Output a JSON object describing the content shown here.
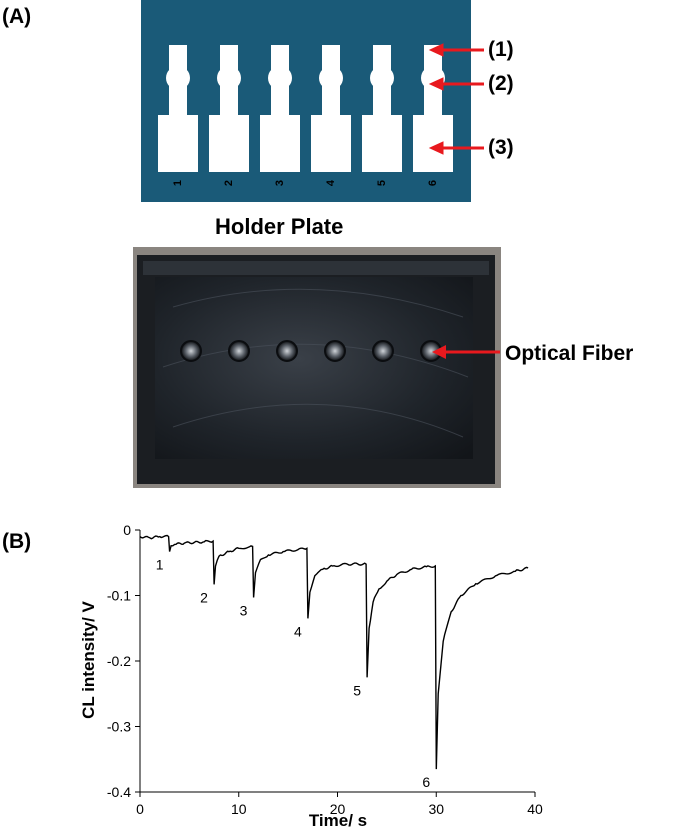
{
  "panel_labels": {
    "a": "(A)",
    "b": "(B)"
  },
  "diagram": {
    "plate_color": "#1a5a78",
    "slot_numbers": [
      "1",
      "2",
      "3",
      "4",
      "5",
      "6"
    ],
    "callouts": [
      "(1)",
      "(2)",
      "(3)"
    ],
    "caption": "Holder Plate",
    "arrow_color": "#e8191e"
  },
  "photo": {
    "well_count": 6,
    "fiber_label": "Optical Fiber"
  },
  "chart_data": {
    "type": "line",
    "xlabel": "Time/ s",
    "ylabel": "CL intensity/ V",
    "xlim": [
      0,
      40
    ],
    "ylim": [
      -0.4,
      0
    ],
    "xticks": [
      "0",
      "10",
      "20",
      "30",
      "40"
    ],
    "yticks": [
      "0",
      "-0.1",
      "-0.2",
      "-0.3",
      "-0.4"
    ],
    "peak_labels": [
      {
        "label": "1",
        "x": 3.0,
        "y": -0.033
      },
      {
        "label": "2",
        "x": 7.5,
        "y": -0.083
      },
      {
        "label": "3",
        "x": 11.5,
        "y": -0.103
      },
      {
        "label": "4",
        "x": 17.0,
        "y": -0.135
      },
      {
        "label": "5",
        "x": 23.0,
        "y": -0.225
      },
      {
        "label": "6",
        "x": 30.0,
        "y": -0.365
      }
    ],
    "series": [
      {
        "x": [
          0,
          1,
          2,
          2.9,
          3.0,
          3.15,
          3.5,
          4.5,
          5.5,
          6.5,
          7.4,
          7.5,
          7.65,
          8.0,
          9.0,
          10.0,
          11.4,
          11.5,
          11.7,
          12.2,
          13.0,
          14.5,
          16.0,
          16.9,
          17.0,
          17.2,
          17.7,
          18.5,
          19.5,
          21.0,
          22.9,
          23.0,
          23.2,
          23.6,
          24.2,
          25.0,
          26.0,
          27.5,
          29.0,
          29.9,
          30.0,
          30.2,
          30.7,
          31.5,
          32.5,
          34.0,
          36.0,
          38.0,
          39.3
        ],
        "y": [
          -0.01,
          -0.012,
          -0.01,
          -0.01,
          -0.033,
          -0.024,
          -0.022,
          -0.02,
          -0.019,
          -0.018,
          -0.017,
          -0.083,
          -0.055,
          -0.04,
          -0.033,
          -0.028,
          -0.025,
          -0.103,
          -0.065,
          -0.045,
          -0.038,
          -0.033,
          -0.03,
          -0.028,
          -0.135,
          -0.095,
          -0.07,
          -0.06,
          -0.055,
          -0.052,
          -0.052,
          -0.225,
          -0.15,
          -0.11,
          -0.09,
          -0.078,
          -0.068,
          -0.06,
          -0.056,
          -0.055,
          -0.365,
          -0.25,
          -0.17,
          -0.125,
          -0.1,
          -0.082,
          -0.07,
          -0.063,
          -0.058
        ]
      }
    ]
  }
}
